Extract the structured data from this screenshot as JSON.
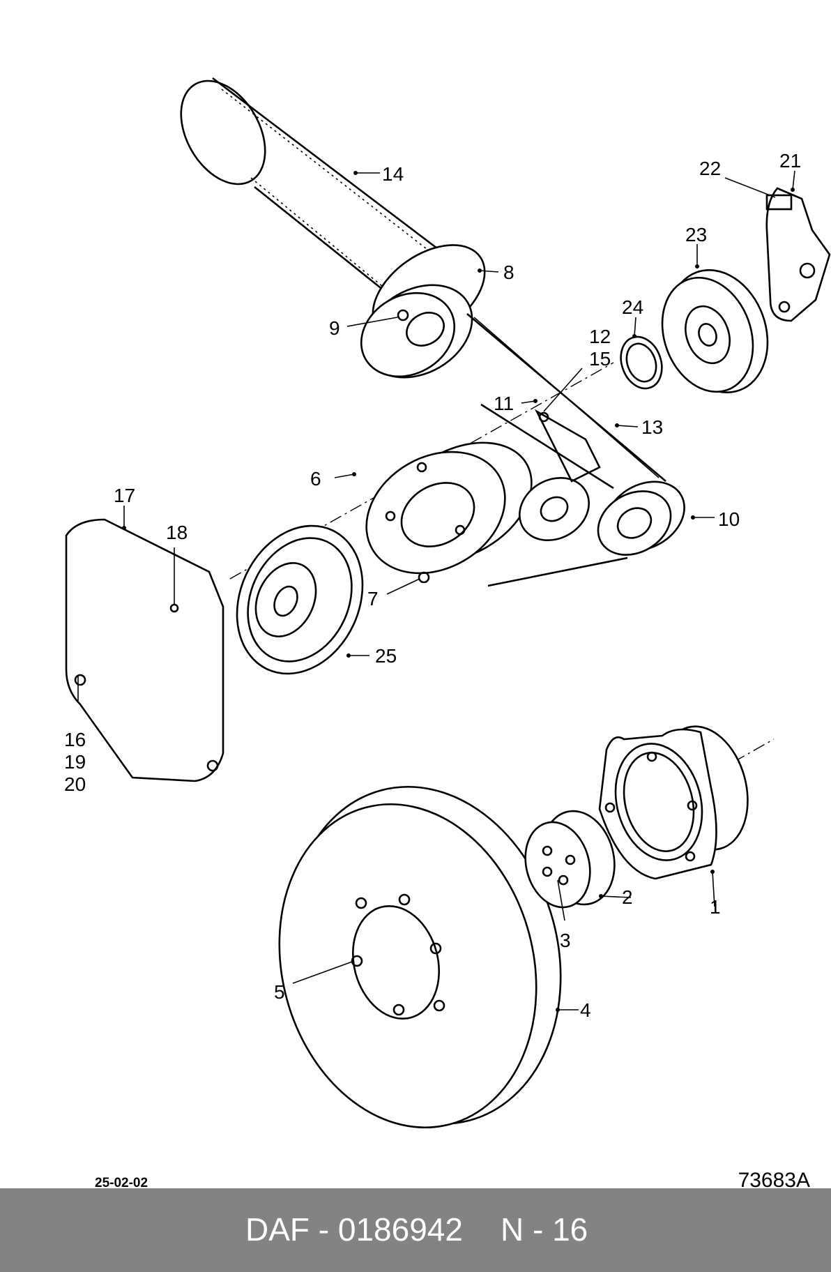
{
  "labels": {
    "l1": "1",
    "l2": "2",
    "l3": "3",
    "l4": "4",
    "l5": "5",
    "l6": "6",
    "l7": "7",
    "l8": "8",
    "l9": "9",
    "l10": "10",
    "l11": "11",
    "l12": "12",
    "l13": "13",
    "l14": "14",
    "l15": "15",
    "l16": "16",
    "l17": "17",
    "l18": "18",
    "l19": "19",
    "l20": "20",
    "l21": "21",
    "l22": "22",
    "l23": "23",
    "l24": "24",
    "l25": "25"
  },
  "drawing": {
    "date": "25-02-02",
    "number": "73683A"
  },
  "footer": {
    "reference": "DAF - 0186942",
    "page": "N - 16"
  }
}
